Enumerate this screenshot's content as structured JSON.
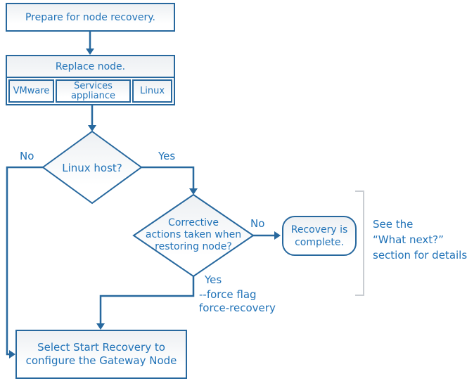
{
  "colors": {
    "line": "#27689e",
    "text": "#2173b8",
    "shape_fill_top": "#edf0f3",
    "shape_fill_bottom": "#ffffff",
    "bracket": "#c9cdd2"
  },
  "nodes": {
    "prepare": {
      "label": "Prepare for node recovery."
    },
    "replace": {
      "label": "Replace node.",
      "options": [
        "VMware",
        "Services appliance",
        "Linux"
      ]
    },
    "linux_host": {
      "label": "Linux host?"
    },
    "corrective": {
      "lines": [
        "Corrective",
        "actions taken when",
        "restoring node?"
      ]
    },
    "recovery_complete": {
      "lines": [
        "Recovery is",
        "complete."
      ]
    },
    "start_recovery": {
      "lines": [
        "Select Start Recovery to",
        "configure the Gateway Node"
      ]
    }
  },
  "edge_labels": {
    "no1": "No",
    "yes1": "Yes",
    "no2": "No",
    "yes2": "Yes",
    "force_flag": [
      "--force flag",
      "force-recovery"
    ]
  },
  "annotation": {
    "lines": [
      "See the",
      "“What next?”",
      "section for details."
    ]
  }
}
